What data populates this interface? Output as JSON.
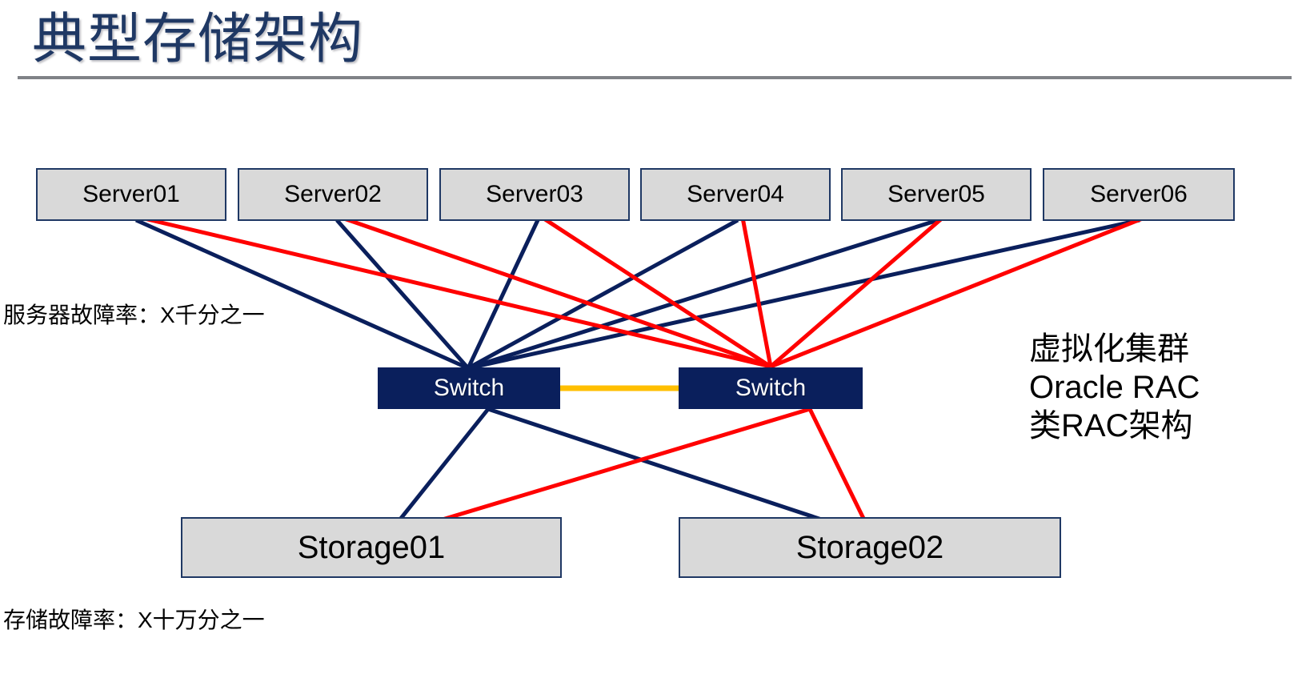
{
  "slide": {
    "title": "典型存储架构"
  },
  "servers": [
    {
      "id": "server-01",
      "label": "Server01"
    },
    {
      "id": "server-02",
      "label": "Server02"
    },
    {
      "id": "server-03",
      "label": "Server03"
    },
    {
      "id": "server-04",
      "label": "Server04"
    },
    {
      "id": "server-05",
      "label": "Server05"
    },
    {
      "id": "server-06",
      "label": "Server06"
    }
  ],
  "switches": [
    {
      "id": "switch-left",
      "label": "Switch"
    },
    {
      "id": "switch-right",
      "label": "Switch"
    }
  ],
  "storages": [
    {
      "id": "storage-01",
      "label": "Storage01"
    },
    {
      "id": "storage-02",
      "label": "Storage02"
    }
  ],
  "annotations": {
    "server_failure_rate": "服务器故障率：X千分之一",
    "storage_failure_rate": "存储故障率：X十万分之一"
  },
  "cluster_note": {
    "line1": "虚拟化集群",
    "line2": "Oracle RAC",
    "line3": "类RAC架构"
  },
  "colors": {
    "title_blue": "#1F3864",
    "rule_gray": "#808287",
    "box_fill": "#D9D9D9",
    "box_border": "#1F3864",
    "switch_fill": "#0A1F5C",
    "switch_text": "#FFFFFF",
    "link_primary": "#0A1F5C",
    "link_secondary": "#FF0000",
    "interswitch_link": "#FFBF00"
  }
}
